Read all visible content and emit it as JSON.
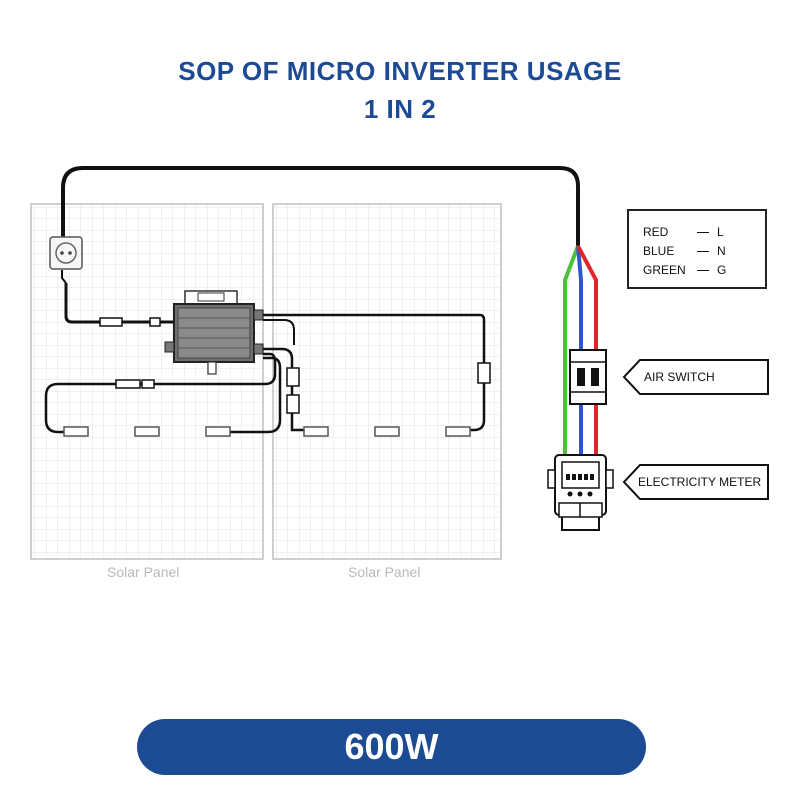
{
  "title": {
    "line1": "SOP OF MICRO INVERTER USAGE",
    "line2": "1 IN 2"
  },
  "panels": [
    {
      "label": "Solar Panel"
    },
    {
      "label": "Solar Panel"
    }
  ],
  "wire_legend": [
    {
      "color_name": "RED",
      "code": "L",
      "color": "#e0262a"
    },
    {
      "color_name": "BLUE",
      "code": "N",
      "color": "#2f57c8"
    },
    {
      "color_name": "GREEN",
      "code": "G",
      "color": "#4cc03a"
    }
  ],
  "components": {
    "air_switch": "AIR SWITCH",
    "electricity_meter": "ELECTRICITY METER"
  },
  "wattage": "600W",
  "colors": {
    "title": "#1d4a94",
    "banner": "#1c4b93",
    "panel_grid": "#d8d8d8",
    "cable": "#111111"
  }
}
